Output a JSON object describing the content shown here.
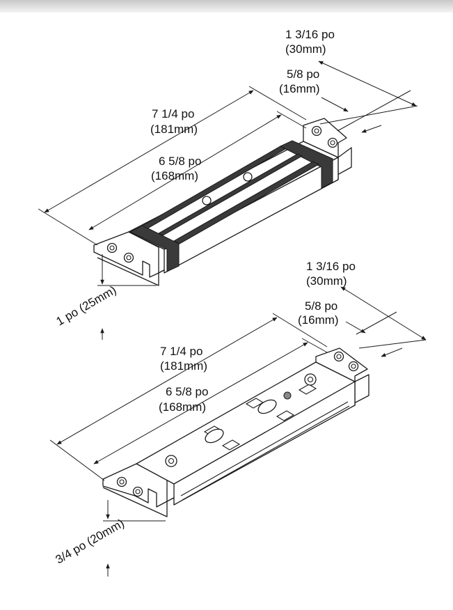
{
  "top_diagram": {
    "width_main": "7 1/4 po",
    "width_main_mm": "(181mm)",
    "width_inner": "6 5/8 po",
    "width_inner_mm": "(168mm)",
    "depth_outer": "1 3/16 po",
    "depth_outer_mm": "(30mm)",
    "depth_inner": "5/8 po",
    "depth_inner_mm": "(16mm)",
    "height": "1 po (25mm)"
  },
  "bottom_diagram": {
    "width_main": "7 1/4 po",
    "width_main_mm": "(181mm)",
    "width_inner": "6 5/8 po",
    "width_inner_mm": "(168mm)",
    "depth_outer": "1 3/16 po",
    "depth_outer_mm": "(30mm)",
    "depth_inner": "5/8 po",
    "depth_inner_mm": "(16mm)",
    "height": "3/4 po (20mm)"
  },
  "colors": {
    "ink": "#1a1a1a",
    "coil": "#3a3a3a",
    "accent": "#888888"
  }
}
